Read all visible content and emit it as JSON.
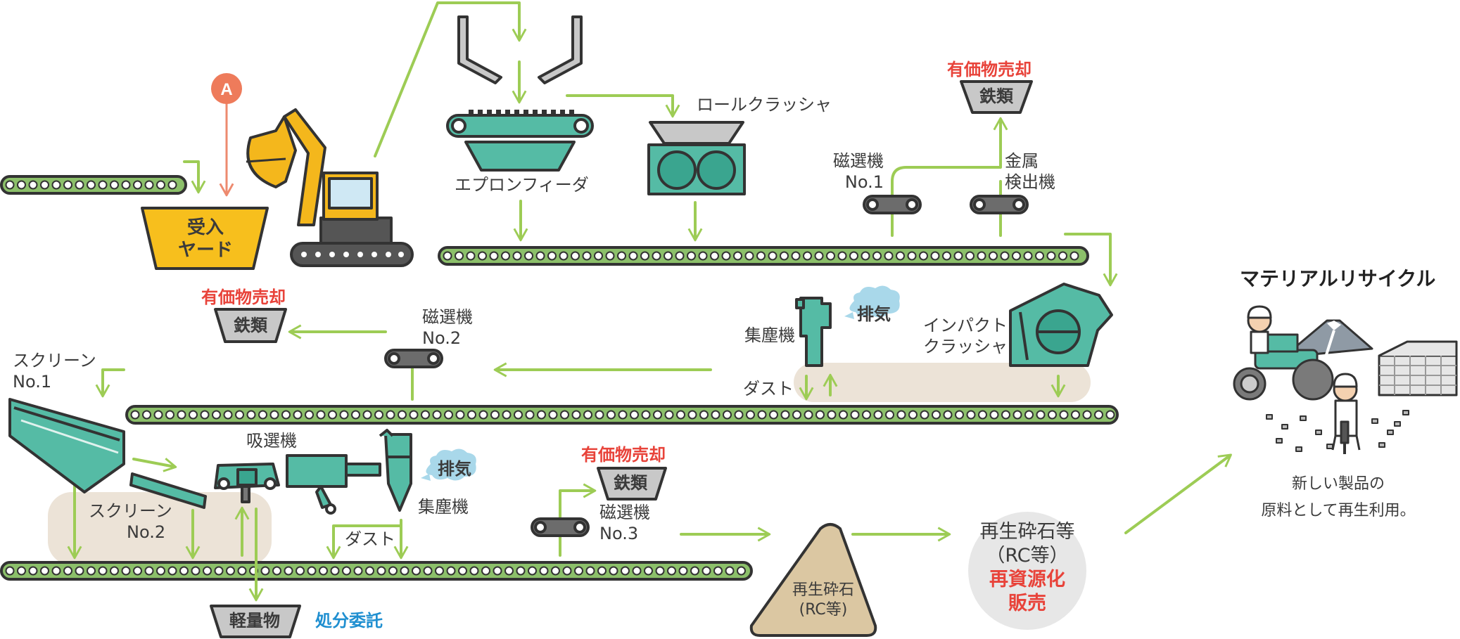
{
  "labels": {
    "marker_a": "A",
    "yard": [
      "受入",
      "ヤード"
    ],
    "apron_feeder": "エプロンフィーダ",
    "roll_crusher": "ロールクラッシャ",
    "sale_1": "有価物売却",
    "iron_1": "鉄類",
    "mag_sep_1": [
      "磁選機",
      "No.1"
    ],
    "metal_detector": [
      "金属",
      "検出機"
    ],
    "sale_2": "有価物売却",
    "iron_2": "鉄類",
    "mag_sep_2": [
      "磁選機",
      "No.2"
    ],
    "exhaust_1": "排気",
    "dust_collector_1": "集塵機",
    "impact_crusher": [
      "インパクト",
      "クラッシャ"
    ],
    "dust_1": "ダスト",
    "screen_1": [
      "スクリーン",
      "No.1"
    ],
    "suction_sep": "吸選機",
    "exhaust_2": "排気",
    "dust_collector_2": "集塵機",
    "screen_2": [
      "スクリーン",
      "No.2"
    ],
    "dust_2": "ダスト",
    "sale_3": "有価物売却",
    "iron_3": "鉄類",
    "mag_sep_3": [
      "磁選機",
      "No.3"
    ],
    "light_matter": "軽量物",
    "disposal": "処分委託",
    "recycled_stone": [
      "再生砕石",
      "(RC等)"
    ],
    "circle": [
      "再生砕石等",
      "（RC等）",
      "再資源化",
      "販売"
    ],
    "material_recycle": "マテリアルリサイクル",
    "new_product": [
      "新しい製品の",
      "原料として再生利用。"
    ]
  },
  "colors": {
    "belt": "#8cc06a",
    "machine": "#55bba5",
    "arrow": "#9dcc55",
    "arrow_a": "#ed8a6f",
    "marker": "#ee7b5b",
    "yard": "#f7bf1d",
    "excavator": "#f4b71c",
    "bin": "#c8c8c8",
    "dust_bg": "#ece3d7",
    "pile": "#dbc7a2",
    "circle": "#e7e7e7",
    "red": "#e8433a",
    "blue": "#1f8fd0",
    "outline": "#333333"
  },
  "icons": [
    "excavator-icon",
    "hopper-icon",
    "apron-feeder-icon",
    "roll-crusher-icon",
    "magnetic-separator-icon",
    "metal-detector-icon",
    "iron-bin-icon",
    "dust-collector-icon",
    "exhaust-cloud-icon",
    "impact-crusher-icon",
    "screen-icon",
    "suction-separator-icon",
    "stone-pile-icon",
    "road-worker-illustration"
  ]
}
